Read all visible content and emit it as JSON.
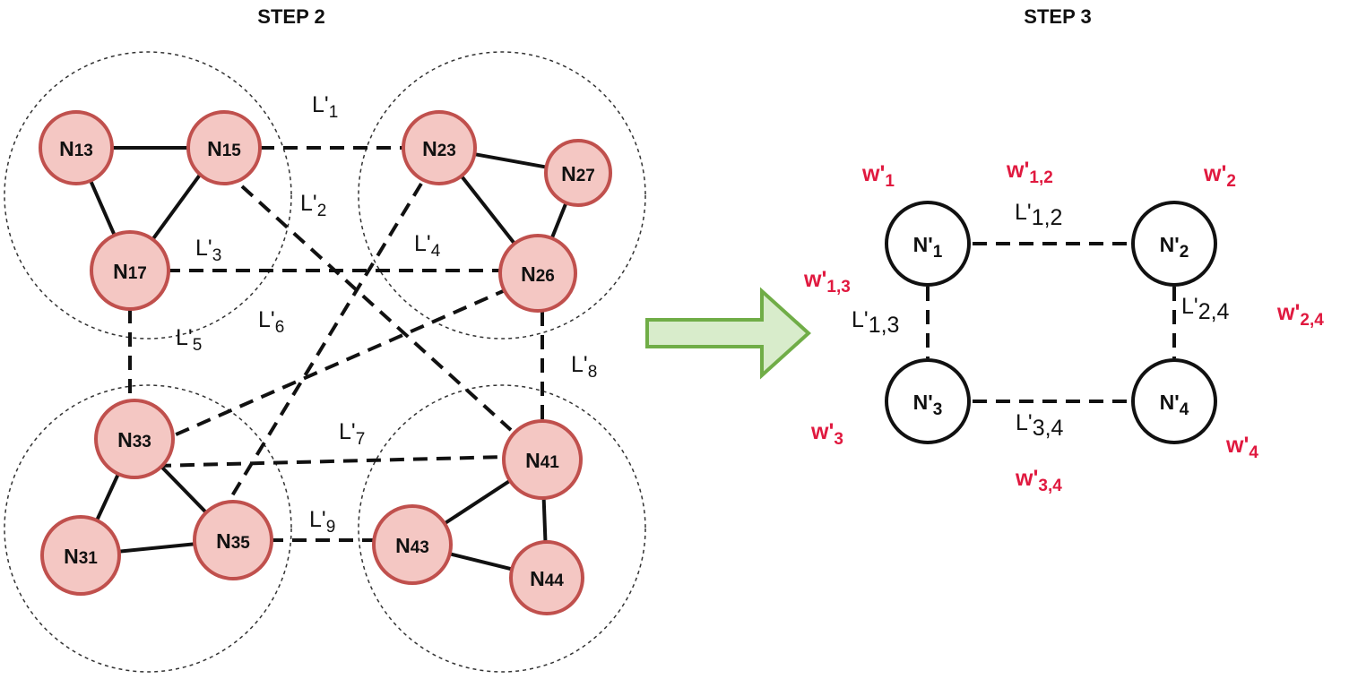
{
  "step2": {
    "title": "STEP 2",
    "nodes": {
      "n13": {
        "main": "N",
        "sub": "13"
      },
      "n15": {
        "main": "N",
        "sub": "15"
      },
      "n17": {
        "main": "N",
        "sub": "17"
      },
      "n23": {
        "main": "N",
        "sub": "23"
      },
      "n27": {
        "main": "N",
        "sub": "27"
      },
      "n26": {
        "main": "N",
        "sub": "26"
      },
      "n33": {
        "main": "N",
        "sub": "33"
      },
      "n31": {
        "main": "N",
        "sub": "31"
      },
      "n35": {
        "main": "N",
        "sub": "35"
      },
      "n41": {
        "main": "N",
        "sub": "41"
      },
      "n43": {
        "main": "N",
        "sub": "43"
      },
      "n44": {
        "main": "N",
        "sub": "44"
      }
    },
    "links": {
      "l1": {
        "main": "L'",
        "sub": "1"
      },
      "l2": {
        "main": "L'",
        "sub": "2"
      },
      "l3": {
        "main": "L'",
        "sub": "3"
      },
      "l4": {
        "main": "L'",
        "sub": "4"
      },
      "l5": {
        "main": "L'",
        "sub": "5"
      },
      "l6": {
        "main": "L'",
        "sub": "6"
      },
      "l7": {
        "main": "L'",
        "sub": "7"
      },
      "l8": {
        "main": "L'",
        "sub": "8"
      },
      "l9": {
        "main": "L'",
        "sub": "9"
      }
    },
    "colors": {
      "node_fill": "#f4c7c3",
      "node_stroke": "#c0504d"
    }
  },
  "arrow": {
    "fill": "#d8eccb",
    "stroke": "#70ad47"
  },
  "step3": {
    "title": "STEP 3",
    "nodes": {
      "n1": {
        "main": "N'",
        "sub": "1"
      },
      "n2": {
        "main": "N'",
        "sub": "2"
      },
      "n3": {
        "main": "N'",
        "sub": "3"
      },
      "n4": {
        "main": "N'",
        "sub": "4"
      }
    },
    "links": {
      "l12": {
        "main": "L'",
        "sub": "1,2"
      },
      "l13": {
        "main": "L'",
        "sub": "1,3"
      },
      "l24": {
        "main": "L'",
        "sub": "2,4"
      },
      "l34": {
        "main": "L'",
        "sub": "3,4"
      }
    },
    "weights": {
      "w1": {
        "main": "w'",
        "sub": "1"
      },
      "w2": {
        "main": "w'",
        "sub": "2"
      },
      "w3": {
        "main": "w'",
        "sub": "3"
      },
      "w4": {
        "main": "w'",
        "sub": "4"
      },
      "w12": {
        "main": "w'",
        "sub": "1,2"
      },
      "w13": {
        "main": "w'",
        "sub": "1,3"
      },
      "w24": {
        "main": "w'",
        "sub": "2,4"
      },
      "w34": {
        "main": "w'",
        "sub": "3,4"
      }
    },
    "colors": {
      "weight": "#e0193f"
    }
  }
}
